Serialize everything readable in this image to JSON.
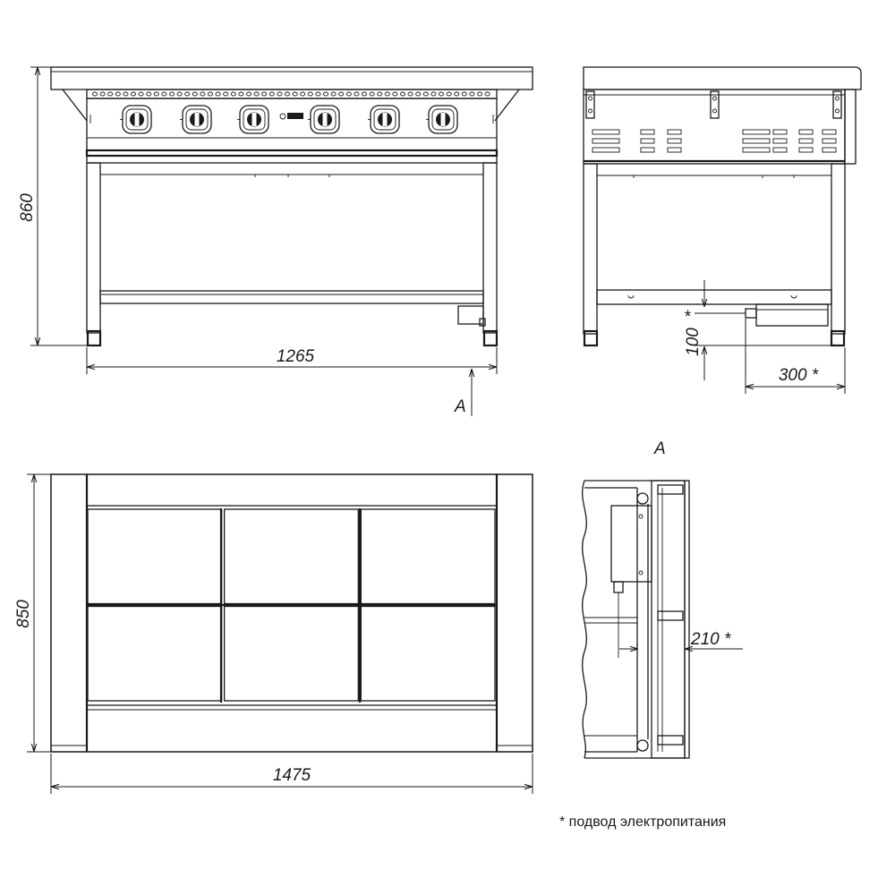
{
  "dimensions": {
    "height_front": "860",
    "width_front": "1265",
    "height_side_offset": "100",
    "height_side_star": "*",
    "depth_side": "300 *",
    "depth_top": "850",
    "width_top": "1475",
    "detail_offset": "210 *"
  },
  "labels": {
    "section_arrow": "A",
    "detail_title": "A"
  },
  "footnote": "* подвод электропитания",
  "front_view": {
    "knob_count": 6,
    "legs": 2
  },
  "top_view": {
    "plates_rows": 2,
    "plates_cols": 3
  }
}
